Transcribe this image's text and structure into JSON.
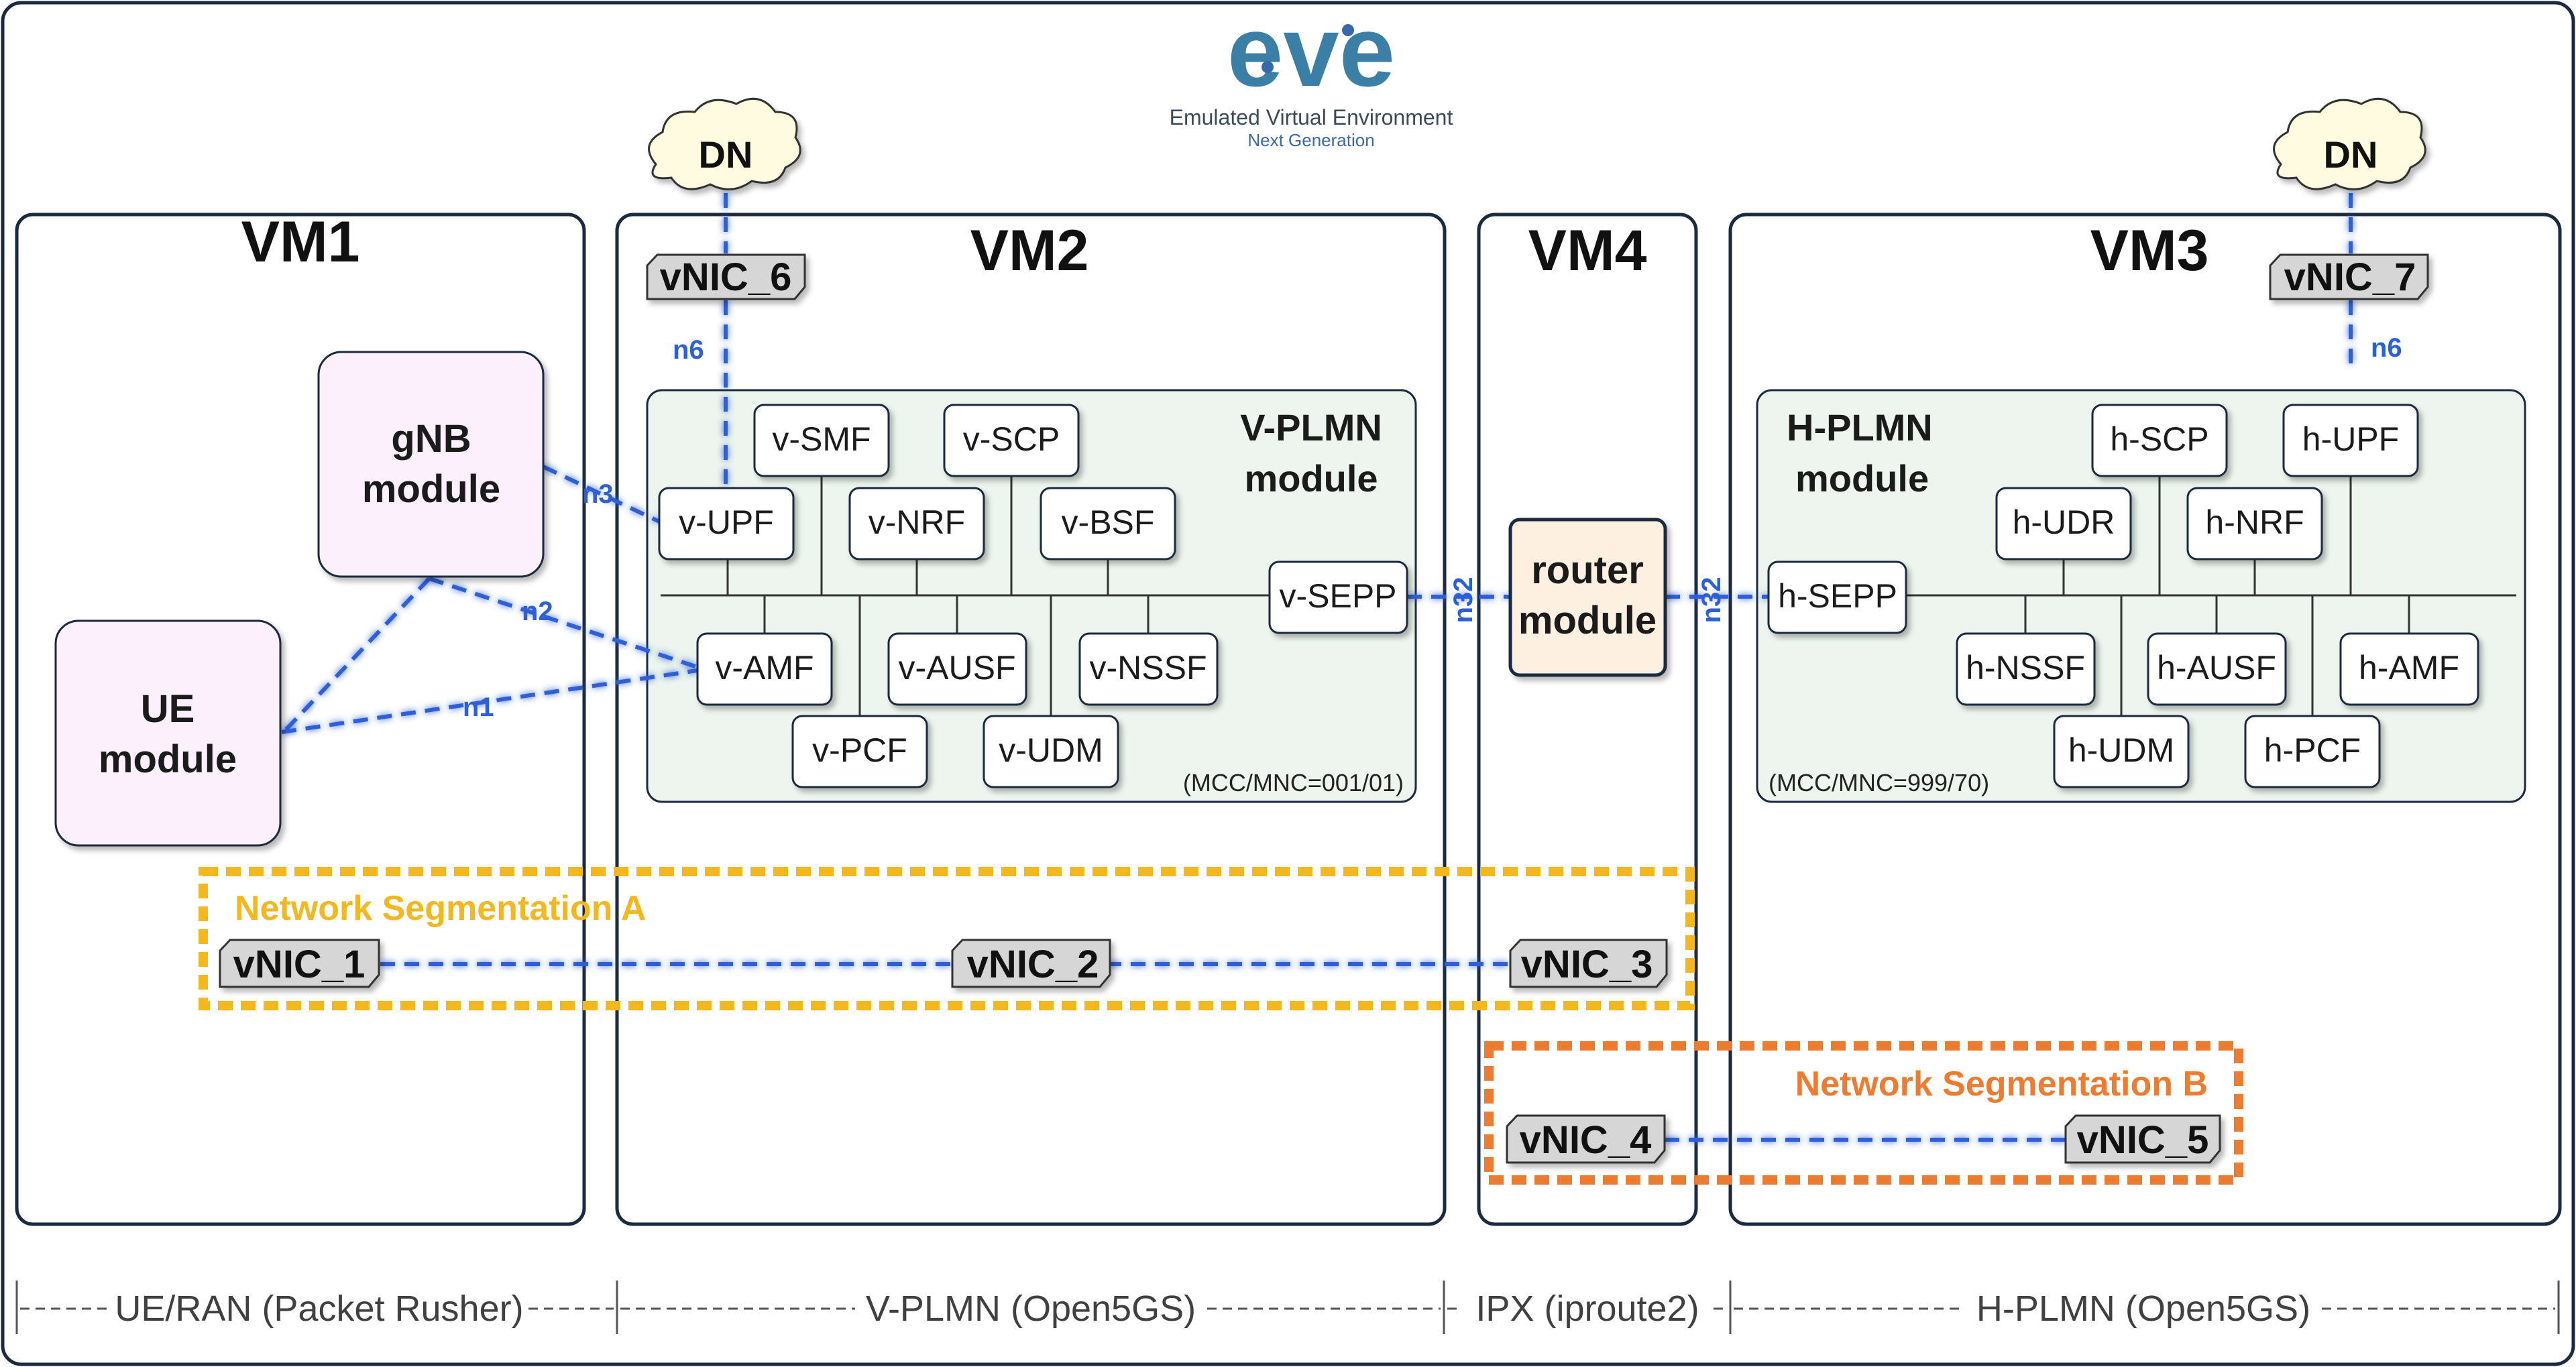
{
  "logo": {
    "text": "eve",
    "line1": "Emulated Virtual Environment",
    "line2": "Next Generation"
  },
  "vms": {
    "vm1": "VM1",
    "vm2": "VM2",
    "vm4": "VM4",
    "vm3": "VM3"
  },
  "dn": {
    "left": "DN",
    "right": "DN"
  },
  "vnics": {
    "vnic1": "vNIC_1",
    "vnic2": "vNIC_2",
    "vnic3": "vNIC_3",
    "vnic4": "vNIC_4",
    "vnic5": "vNIC_5",
    "vnic6": "vNIC_6",
    "vnic7": "vNIC_7"
  },
  "modules": {
    "gnb_line1": "gNB",
    "gnb_line2": "module",
    "ue_line1": "UE",
    "ue_line2": "module",
    "router_line1": "router",
    "router_line2": "module"
  },
  "vplmn": {
    "title_line1": "V-PLMN",
    "title_line2": "module",
    "mcc": "(MCC/MNC=001/01)",
    "nfs": {
      "smf": "v-SMF",
      "scp": "v-SCP",
      "upf": "v-UPF",
      "nrf": "v-NRF",
      "bsf": "v-BSF",
      "sepp": "v-SEPP",
      "amf": "v-AMF",
      "ausf": "v-AUSF",
      "nssf": "v-NSSF",
      "pcf": "v-PCF",
      "udm": "v-UDM"
    }
  },
  "hplmn": {
    "title_line1": "H-PLMN",
    "title_line2": "module",
    "mcc": "(MCC/MNC=999/70)",
    "nfs": {
      "scp": "h-SCP",
      "upf": "h-UPF",
      "udr": "h-UDR",
      "nrf": "h-NRF",
      "sepp": "h-SEPP",
      "nssf": "h-NSSF",
      "ausf": "h-AUSF",
      "amf": "h-AMF",
      "udm": "h-UDM",
      "pcf": "h-PCF"
    }
  },
  "interfaces": {
    "n6_left": "n6",
    "n6_right": "n6",
    "n3": "n3",
    "n2": "n2",
    "n1": "n1",
    "n32_left": "n32",
    "n32_right": "n32"
  },
  "segments": {
    "a": "Network Segmentation A",
    "b": "Network Segmentation B"
  },
  "bottom": {
    "ue_ran": "UE/RAN (Packet Rusher)",
    "vplmn": "V-PLMN (Open5GS)",
    "ipx": "IPX (iproute2)",
    "hplmn": "H-PLMN (Open5GS)"
  },
  "colors": {
    "link": "#2d5fd6",
    "segment_a": "#f3b71f",
    "segment_b": "#ec7c32",
    "plmn_fill": "#edf5ee",
    "module_fill": "#fbf0fb",
    "router_fill": "#fdf0e0",
    "vm_border": "#1b2a40"
  }
}
